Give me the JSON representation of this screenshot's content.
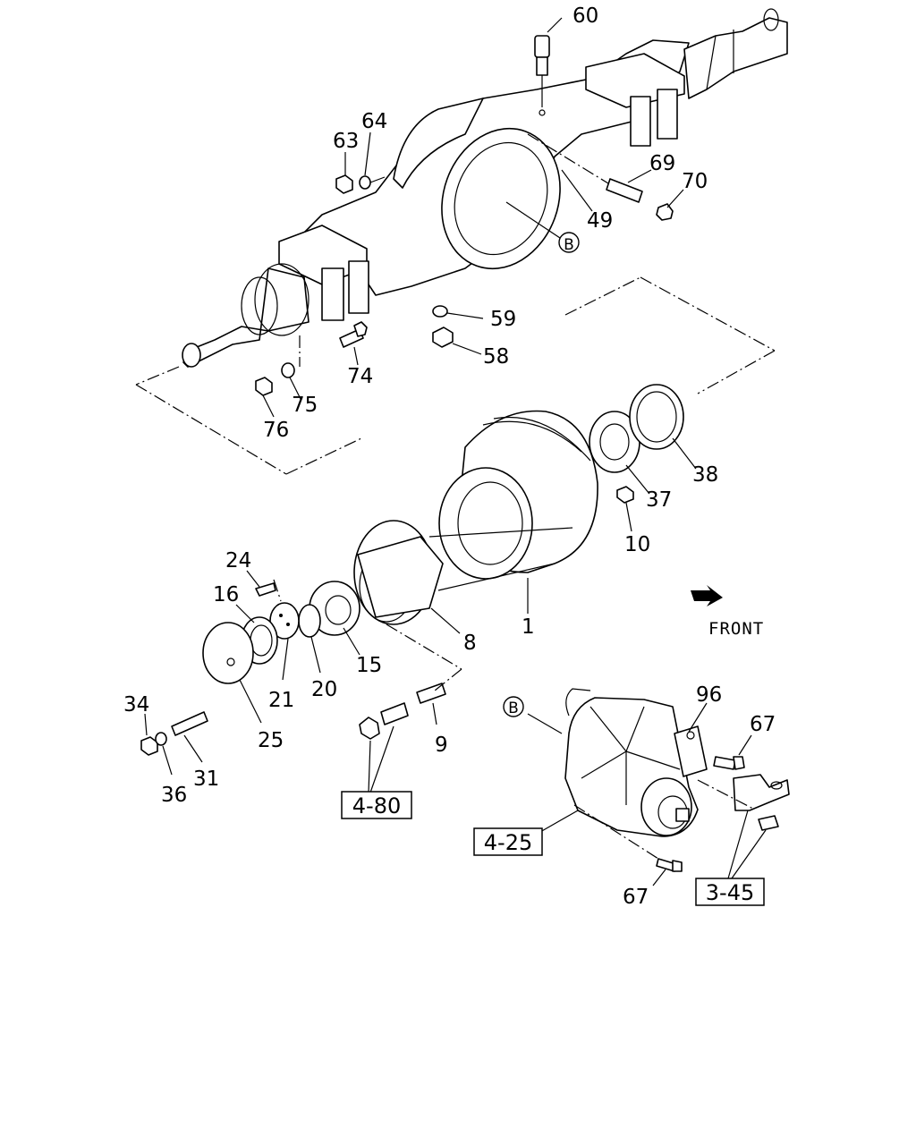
{
  "callouts": {
    "p60": "60",
    "p64": "64",
    "p63": "63",
    "p69": "69",
    "p70": "70",
    "p49": "49",
    "p59": "59",
    "p58": "58",
    "p74": "74",
    "p75": "75",
    "p76": "76",
    "p38": "38",
    "p37": "37",
    "p10": "10",
    "p1": "1",
    "p24": "24",
    "p16": "16",
    "p8": "8",
    "p15": "15",
    "p21": "21",
    "p20": "20",
    "p25": "25",
    "p34": "34",
    "p31": "31",
    "p36": "36",
    "p9": "9",
    "p96": "96",
    "p67a": "67",
    "p67b": "67"
  },
  "circled_refs": {
    "b_top": "B",
    "b_bottom": "B"
  },
  "section_refs": {
    "ref_480": "4-80",
    "ref_425": "4-25",
    "ref_345": "3-45"
  },
  "direction": {
    "label": "FRONT"
  },
  "icons": {
    "front_arrow": "arrow-right-icon"
  }
}
